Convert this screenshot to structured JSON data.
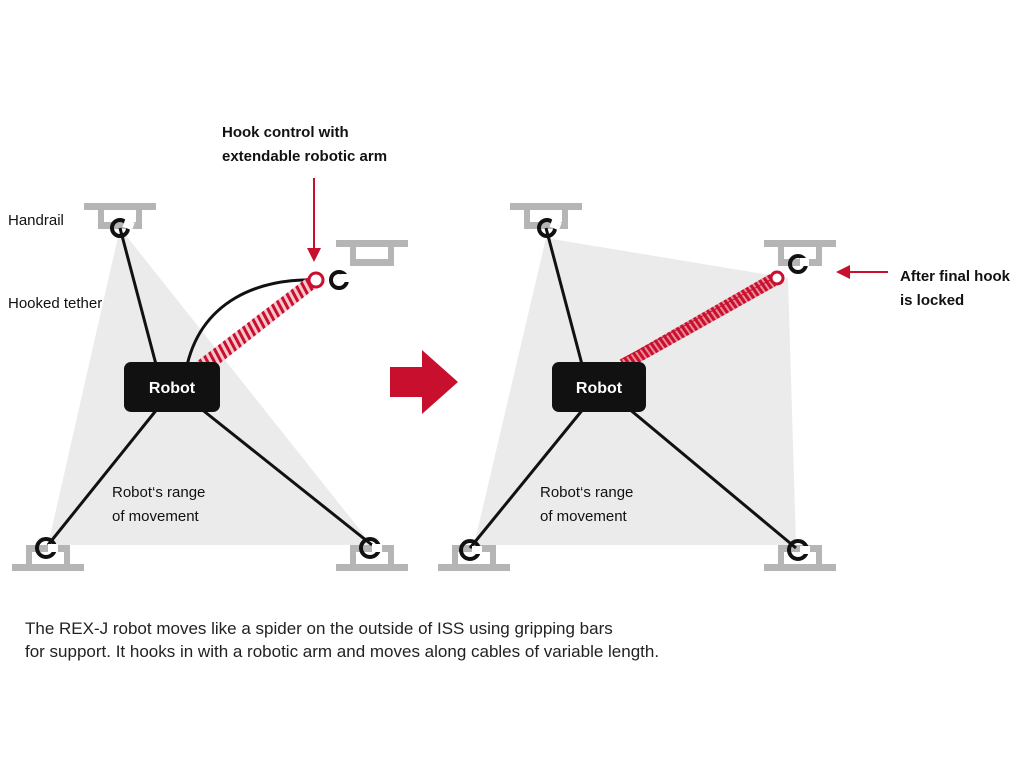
{
  "labels": {
    "handrail": "Handrail",
    "hooked_tether": "Hooked tether",
    "hook_control_line1": "Hook control with",
    "hook_control_line2": "extendable robotic arm",
    "robot": "Robot",
    "range_line1": "Robot‘s range",
    "range_line2": "of movement",
    "final_hook_line1": "After final hook",
    "final_hook_line2": "is locked"
  },
  "caption": {
    "line1": "The REX-J robot moves like a spider on the outside of ISS using gripping bars",
    "line2": "for support. It hooks in with a robotic arm and moves along cables of variable length."
  },
  "colors": {
    "accent": "#c8102e",
    "robot": "#111111",
    "range_fill": "#ebebeb",
    "handrail": "#b5b5b5",
    "line": "#111111"
  },
  "icons": {
    "transition": "arrow-right-icon",
    "pointer": "arrow-down-icon",
    "pointer_final": "arrow-left-icon",
    "hook": "hook-icon",
    "handrail": "handrail-icon"
  }
}
